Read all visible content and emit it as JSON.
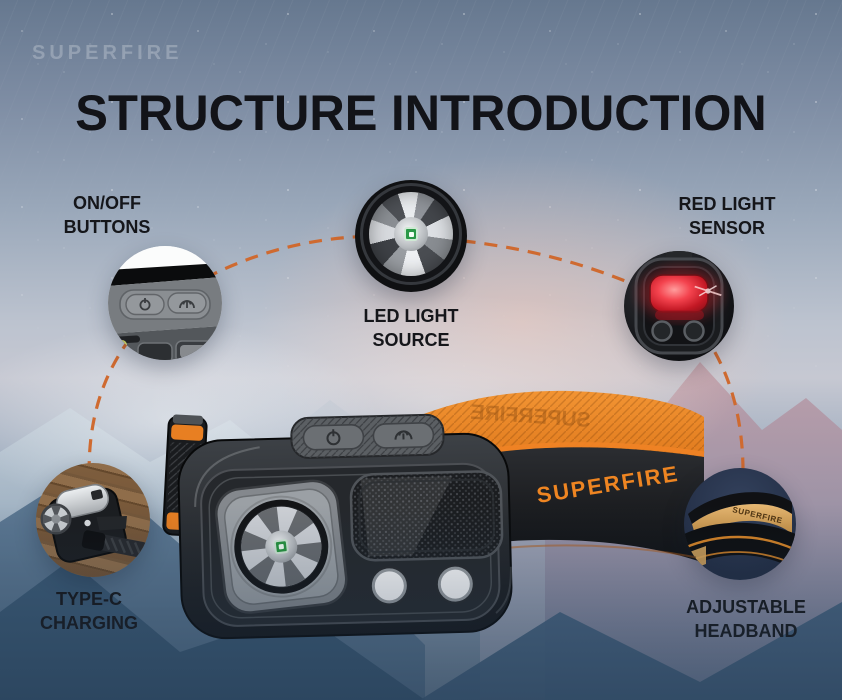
{
  "brand": {
    "watermark": "SUPERFIRE",
    "band_text": "SUPERFIRE",
    "band_text_reversed": "SUPERFIRE",
    "headband_circle_text": "SUPERFIRE",
    "headband_circle_text_partial": "E"
  },
  "title": "STRUCTURE INTRODUCTION",
  "callouts": {
    "onoff": {
      "label_line1": "ON/OFF",
      "label_line2": "BUTTONS"
    },
    "led": {
      "label_line1": "LED LIGHT",
      "label_line2": "SOURCE"
    },
    "red_light": {
      "label_line1": "RED LIGHT",
      "label_line2": "SENSOR"
    },
    "typec": {
      "label_line1": "TYPE-C",
      "label_line2": "CHARGING"
    },
    "headband": {
      "label_line1": "ADJUSTABLE",
      "label_line2": "HEADBAND"
    }
  },
  "icons": {
    "onoff_left": "power-icon",
    "onoff_right": "wave-sensor-icon"
  },
  "colors": {
    "dash_orange": "#cf6a30",
    "band_orange": "#ee8220",
    "red_glow": "#e8303a",
    "title_color": "#121318",
    "label_color": "#15161a"
  }
}
